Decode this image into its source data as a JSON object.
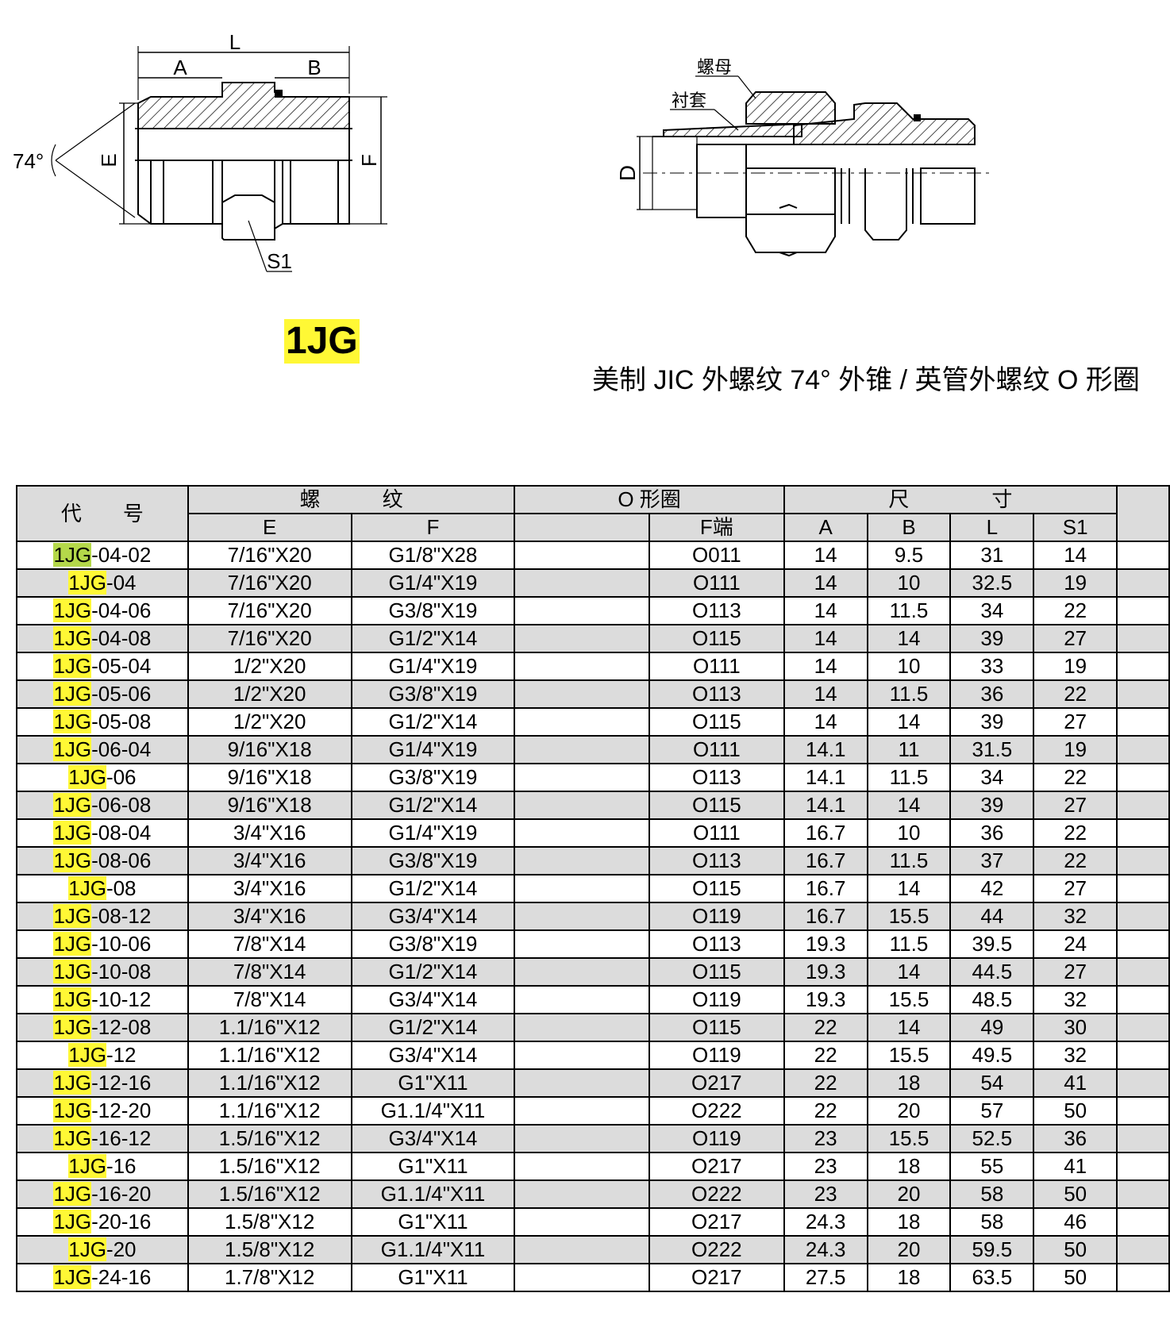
{
  "drawing_left": {
    "labels": {
      "L": "L",
      "A": "A",
      "B": "B",
      "E": "E",
      "F": "F",
      "S1": "S1",
      "angle": "74°"
    }
  },
  "drawing_right": {
    "labels": {
      "nut": "螺母",
      "sleeve": "衬套",
      "D": "D"
    }
  },
  "product_code": "1JG",
  "subtitle": "美制 JIC 外螺纹 74° 外锥 / 英管外螺纹 O 形圈",
  "table": {
    "headers": {
      "code": "代　　号",
      "thread": "螺　　　纹",
      "oring": "O 形圈",
      "size": "尺　　　　寸",
      "E": "E",
      "F": "F",
      "F_end": "F端",
      "A": "A",
      "B": "B",
      "L": "L",
      "S1": "S1"
    },
    "rows": [
      {
        "prefix": "1JG",
        "suffix": "-04-02",
        "E": "7/16\"X20",
        "F": "G1/8\"X28",
        "O": "O011",
        "A": "14",
        "B": "9.5",
        "L": "31",
        "S1": "14"
      },
      {
        "prefix": "1JG",
        "suffix": "-04",
        "E": "7/16\"X20",
        "F": "G1/4\"X19",
        "O": "O111",
        "A": "14",
        "B": "10",
        "L": "32.5",
        "S1": "19"
      },
      {
        "prefix": "1JG",
        "suffix": "-04-06",
        "E": "7/16\"X20",
        "F": "G3/8\"X19",
        "O": "O113",
        "A": "14",
        "B": "11.5",
        "L": "34",
        "S1": "22"
      },
      {
        "prefix": "1JG",
        "suffix": "-04-08",
        "E": "7/16\"X20",
        "F": "G1/2\"X14",
        "O": "O115",
        "A": "14",
        "B": "14",
        "L": "39",
        "S1": "27"
      },
      {
        "prefix": "1JG",
        "suffix": "-05-04",
        "E": "1/2\"X20",
        "F": "G1/4\"X19",
        "O": "O111",
        "A": "14",
        "B": "10",
        "L": "33",
        "S1": "19"
      },
      {
        "prefix": "1JG",
        "suffix": "-05-06",
        "E": "1/2\"X20",
        "F": "G3/8\"X19",
        "O": "O113",
        "A": "14",
        "B": "11.5",
        "L": "36",
        "S1": "22"
      },
      {
        "prefix": "1JG",
        "suffix": "-05-08",
        "E": "1/2\"X20",
        "F": "G1/2\"X14",
        "O": "O115",
        "A": "14",
        "B": "14",
        "L": "39",
        "S1": "27"
      },
      {
        "prefix": "1JG",
        "suffix": "-06-04",
        "E": "9/16\"X18",
        "F": "G1/4\"X19",
        "O": "O111",
        "A": "14.1",
        "B": "11",
        "L": "31.5",
        "S1": "19"
      },
      {
        "prefix": "1JG",
        "suffix": "-06",
        "E": "9/16\"X18",
        "F": "G3/8\"X19",
        "O": "O113",
        "A": "14.1",
        "B": "11.5",
        "L": "34",
        "S1": "22"
      },
      {
        "prefix": "1JG",
        "suffix": "-06-08",
        "E": "9/16\"X18",
        "F": "G1/2\"X14",
        "O": "O115",
        "A": "14.1",
        "B": "14",
        "L": "39",
        "S1": "27"
      },
      {
        "prefix": "1JG",
        "suffix": "-08-04",
        "E": "3/4\"X16",
        "F": "G1/4\"X19",
        "O": "O111",
        "A": "16.7",
        "B": "10",
        "L": "36",
        "S1": "22"
      },
      {
        "prefix": "1JG",
        "suffix": "-08-06",
        "E": "3/4\"X16",
        "F": "G3/8\"X19",
        "O": "O113",
        "A": "16.7",
        "B": "11.5",
        "L": "37",
        "S1": "22"
      },
      {
        "prefix": "1JG",
        "suffix": "-08",
        "E": "3/4\"X16",
        "F": "G1/2\"X14",
        "O": "O115",
        "A": "16.7",
        "B": "14",
        "L": "42",
        "S1": "27"
      },
      {
        "prefix": "1JG",
        "suffix": "-08-12",
        "E": "3/4\"X16",
        "F": "G3/4\"X14",
        "O": "O119",
        "A": "16.7",
        "B": "15.5",
        "L": "44",
        "S1": "32"
      },
      {
        "prefix": "1JG",
        "suffix": "-10-06",
        "E": "7/8\"X14",
        "F": "G3/8\"X19",
        "O": "O113",
        "A": "19.3",
        "B": "11.5",
        "L": "39.5",
        "S1": "24"
      },
      {
        "prefix": "1JG",
        "suffix": "-10-08",
        "E": "7/8\"X14",
        "F": "G1/2\"X14",
        "O": "O115",
        "A": "19.3",
        "B": "14",
        "L": "44.5",
        "S1": "27"
      },
      {
        "prefix": "1JG",
        "suffix": "-10-12",
        "E": "7/8\"X14",
        "F": "G3/4\"X14",
        "O": "O119",
        "A": "19.3",
        "B": "15.5",
        "L": "48.5",
        "S1": "32"
      },
      {
        "prefix": "1JG",
        "suffix": "-12-08",
        "E": "1.1/16\"X12",
        "F": "G1/2\"X14",
        "O": "O115",
        "A": "22",
        "B": "14",
        "L": "49",
        "S1": "30"
      },
      {
        "prefix": "1JG",
        "suffix": "-12",
        "E": "1.1/16\"X12",
        "F": "G3/4\"X14",
        "O": "O119",
        "A": "22",
        "B": "15.5",
        "L": "49.5",
        "S1": "32"
      },
      {
        "prefix": "1JG",
        "suffix": "-12-16",
        "E": "1.1/16\"X12",
        "F": "G1\"X11",
        "O": "O217",
        "A": "22",
        "B": "18",
        "L": "54",
        "S1": "41"
      },
      {
        "prefix": "1JG",
        "suffix": "-12-20",
        "E": "1.1/16\"X12",
        "F": "G1.1/4\"X11",
        "O": "O222",
        "A": "22",
        "B": "20",
        "L": "57",
        "S1": "50"
      },
      {
        "prefix": "1JG",
        "suffix": "-16-12",
        "E": "1.5/16\"X12",
        "F": "G3/4\"X14",
        "O": "O119",
        "A": "23",
        "B": "15.5",
        "L": "52.5",
        "S1": "36"
      },
      {
        "prefix": "1JG",
        "suffix": "-16",
        "E": "1.5/16\"X12",
        "F": "G1\"X11",
        "O": "O217",
        "A": "23",
        "B": "18",
        "L": "55",
        "S1": "41"
      },
      {
        "prefix": "1JG",
        "suffix": "-16-20",
        "E": "1.5/16\"X12",
        "F": "G1.1/4\"X11",
        "O": "O222",
        "A": "23",
        "B": "20",
        "L": "58",
        "S1": "50"
      },
      {
        "prefix": "1JG",
        "suffix": "-20-16",
        "E": "1.5/8\"X12",
        "F": "G1\"X11",
        "O": "O217",
        "A": "24.3",
        "B": "18",
        "L": "58",
        "S1": "46"
      },
      {
        "prefix": "1JG",
        "suffix": "-20",
        "E": "1.5/8\"X12",
        "F": "G1.1/4\"X11",
        "O": "O222",
        "A": "24.3",
        "B": "20",
        "L": "59.5",
        "S1": "50"
      },
      {
        "prefix": "1JG",
        "suffix": "-24-16",
        "E": "1.7/8\"X12",
        "F": "G1\"X11",
        "O": "O217",
        "A": "27.5",
        "B": "18",
        "L": "63.5",
        "S1": "50"
      }
    ]
  }
}
